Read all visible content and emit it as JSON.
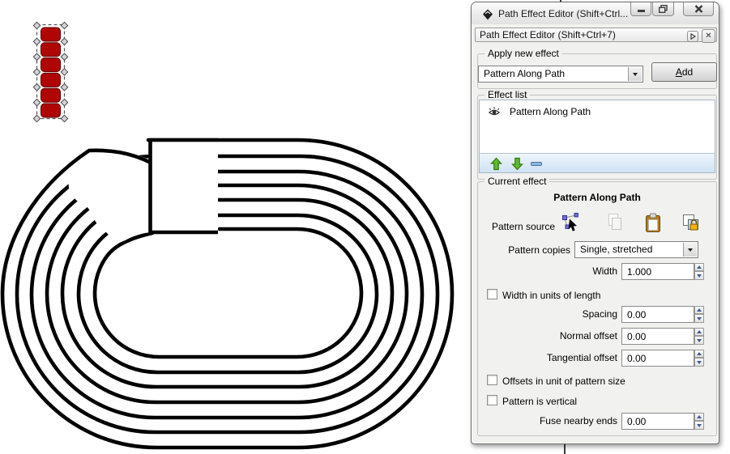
{
  "window": {
    "title": "Path Effect Editor (Shift+Ctrl..."
  },
  "panel": {
    "header": "Path Effect Editor (Shift+Ctrl+7)"
  },
  "apply": {
    "group_label": "Apply new effect",
    "effect_value": "Pattern Along Path",
    "add_label": "Add"
  },
  "effects": {
    "group_label": "Effect list",
    "items": [
      {
        "label": "Pattern Along Path"
      }
    ]
  },
  "current": {
    "group_label": "Current effect",
    "title": "Pattern Along Path",
    "pattern_source_label": "Pattern source",
    "pattern_copies_label": "Pattern copies",
    "pattern_copies_value": "Single, stretched",
    "fields": [
      {
        "label": "Width",
        "value": "1.000"
      },
      {
        "label": "Spacing",
        "value": "0.00"
      },
      {
        "label": "Normal offset",
        "value": "0.00"
      },
      {
        "label": "Tangential offset",
        "value": "0.00"
      },
      {
        "label": "Fuse nearby ends",
        "value": "0.00"
      }
    ],
    "checkboxes": [
      {
        "label": "Width in units of length",
        "checked": false
      },
      {
        "label": "Offsets in unit of pattern size",
        "checked": false
      },
      {
        "label": "Pattern is vertical",
        "checked": false
      }
    ]
  },
  "icons": {
    "eye": "visibility-eye",
    "move_up": "green-up-arrow",
    "move_down": "green-down-arrow",
    "remove": "blue-minus",
    "source_icons": [
      "edit-on-canvas",
      "copy",
      "paste",
      "link-to-path"
    ]
  },
  "canvas": {
    "track_stroke": "#000000",
    "track_loops": 7,
    "pattern_fill": "#b00505",
    "pattern_squares": 6,
    "selection_handle_color": "#d4d4d4"
  },
  "colors": {
    "dialog_bg": "#f1f1f0",
    "list_toolbar_top": "#eef5fc",
    "list_toolbar_bottom": "#cfe2f4",
    "arrow_green": "#62b82e",
    "minus_blue": "#8cb6e0"
  }
}
